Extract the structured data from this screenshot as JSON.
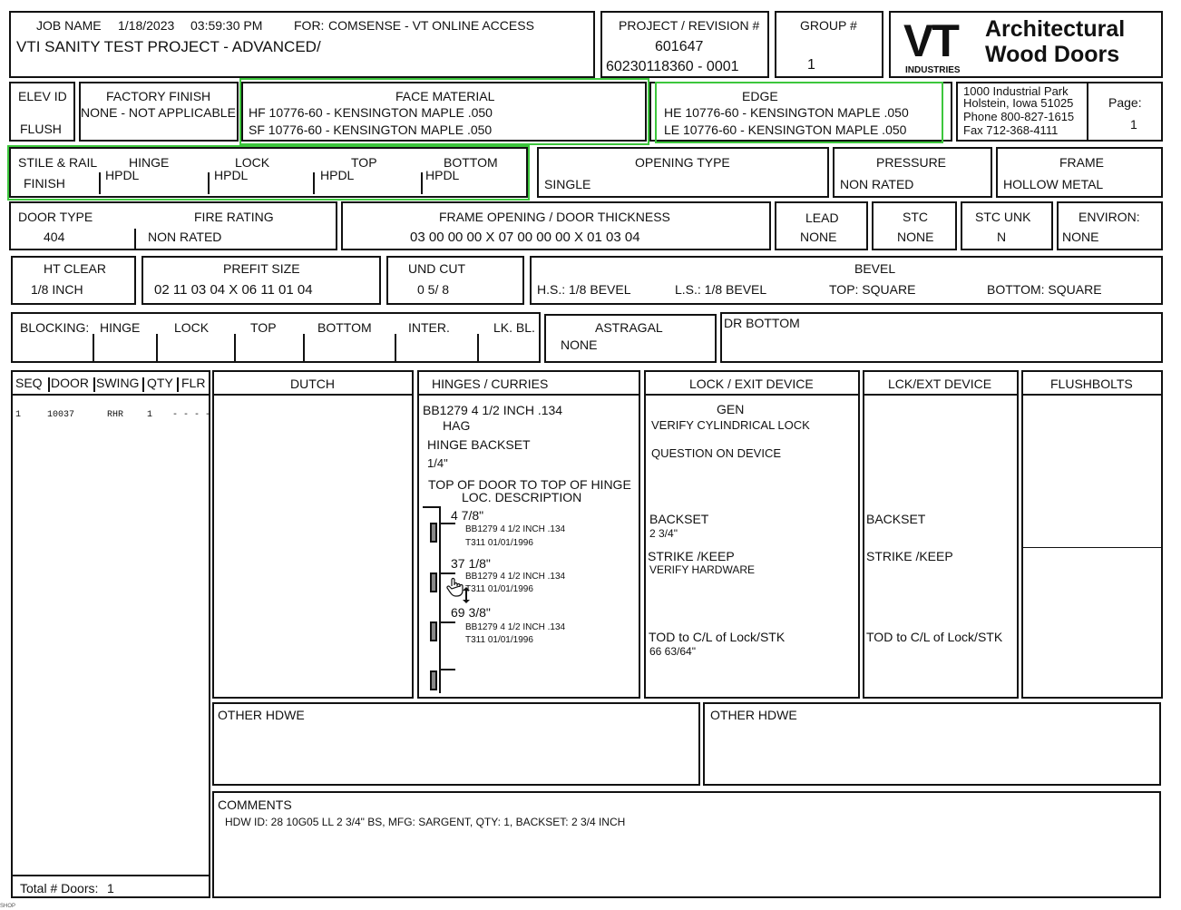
{
  "header": {
    "job_name_label": "JOB NAME",
    "job_date": "1/18/2023",
    "job_time": "03:59:30 PM",
    "for_label": "FOR:",
    "for_value": "COMSENSE - VT ONLINE ACCESS",
    "project_name": "VTI SANITY TEST PROJECT - ADVANCED/",
    "project_revision_label": "PROJECT / REVISION #",
    "project_number": "601647",
    "revision_number": "60230118360  - 0001",
    "group_label": "GROUP #",
    "group_value": "1",
    "logo_letters": "VT",
    "logo_industries": "INDUSTRIES",
    "logo_line1": "Architectural",
    "logo_line2": "Wood Doors"
  },
  "row2": {
    "elev_id_label": "ELEV ID",
    "elev_id_value": "FLUSH",
    "factory_finish_label": "FACTORY FINISH",
    "factory_finish_value": "NONE - NOT APPLICABLE",
    "face_material_label": "FACE MATERIAL",
    "face_material_hf": "HF 10776-60 - KENSINGTON MAPLE  .050",
    "face_material_sf": "SF 10776-60 - KENSINGTON MAPLE  .050",
    "edge_label": "EDGE",
    "edge_he": "HE 10776-60 - KENSINGTON MAPLE  .050",
    "edge_le": "LE  10776-60 - KENSINGTON MAPLE  .050",
    "address_1": "1000 Industrial Park",
    "address_2": "Holstein, Iowa 51025",
    "address_phone": "Phone 800-827-1615",
    "address_fax": "Fax 712-368-4111",
    "page_label": "Page:",
    "page_value": "1"
  },
  "row3": {
    "stile_rail_label": "STILE & RAIL",
    "stile_rail_value": "FINISH",
    "hinge_label": "HINGE",
    "hinge_value": "HPDL",
    "lock_label": "LOCK",
    "lock_value": "HPDL",
    "top_label": "TOP",
    "top_value": "HPDL",
    "bottom_label": "BOTTOM",
    "bottom_value": "HPDL",
    "opening_type_label": "OPENING TYPE",
    "opening_type_value": "SINGLE",
    "pressure_label": "PRESSURE",
    "pressure_value": "NON RATED",
    "frame_label": "FRAME",
    "frame_value": "HOLLOW METAL"
  },
  "row4": {
    "door_type_label": "DOOR TYPE",
    "door_type_value": "404",
    "fire_rating_label": "FIRE RATING",
    "fire_rating_value": "NON RATED",
    "frame_opening_label": "FRAME OPENING / DOOR THICKNESS",
    "frame_opening_value": "03 00 00 00  X  07 00 00 00  X  01 03 04",
    "lead_label": "LEAD",
    "lead_value": "NONE",
    "stc_label": "STC",
    "stc_value": "NONE",
    "stc_unk_label": "STC UNK",
    "stc_unk_value": "N",
    "environ_label": "ENVIRON:",
    "environ_value": "NONE"
  },
  "row5": {
    "ht_clear_label": "HT CLEAR",
    "ht_clear_value": "1/8 INCH",
    "prefit_label": "PREFIT SIZE",
    "prefit_value": "02 11 03 04  X  06 11 01 04",
    "und_cut_label": "UND CUT",
    "und_cut_value": "0  5/ 8",
    "bevel_label": "BEVEL",
    "bevel_hs": "H.S.: 1/8 BEVEL",
    "bevel_ls": "L.S.: 1/8 BEVEL",
    "bevel_top": "TOP: SQUARE",
    "bevel_bottom": "BOTTOM: SQUARE"
  },
  "row6": {
    "blocking_label": "BLOCKING:",
    "hinge_label": "HINGE",
    "lock_label": "LOCK",
    "top_label": "TOP",
    "bottom_label": "BOTTOM",
    "inter_label": "INTER.",
    "lk_bl_label": "LK. BL.",
    "astragal_label": "ASTRAGAL",
    "astragal_value": "NONE",
    "dr_bottom_label": "DR BOTTOM"
  },
  "doors": {
    "headers": [
      "SEQ",
      "DOOR",
      "SWING",
      "QTY",
      "FLR"
    ],
    "rows": [
      {
        "seq": "1",
        "door": "10037",
        "swing": "RHR",
        "qty": "1",
        "flr": "- - - - -"
      }
    ],
    "total_label": "Total # Doors:",
    "total_value": "1"
  },
  "dutch_label": "DUTCH",
  "hinges": {
    "label": "HINGES /  CURRIES",
    "spec_line1": "BB1279  4 1/2 INCH  .134",
    "spec_line2": "HAG",
    "backset_label": "HINGE BACKSET",
    "backset_value": "1/4\"",
    "top_to_top_label": "TOP OF DOOR TO TOP OF HINGE",
    "loc_desc_label": "LOC.  DESCRIPTION",
    "locations": [
      {
        "loc": "4 7/8\"",
        "desc1": "BB1279  4 1/2 INCH  .134",
        "desc2": "T311    01/01/1996"
      },
      {
        "loc": "37 1/8\"",
        "desc1": "BB1279  4 1/2 INCH  .134",
        "desc2": "T311    01/01/1996"
      },
      {
        "loc": "69 3/8\"",
        "desc1": "BB1279  4 1/2 INCH  .134",
        "desc2": "T311    01/01/1996"
      }
    ]
  },
  "lock": {
    "label": "LOCK / EXIT DEVICE",
    "gen": "GEN",
    "verify": "VERIFY CYLINDRICAL LOCK",
    "question": "QUESTION ON DEVICE",
    "backset_label": "BACKSET",
    "backset_value": "2 3/4\"",
    "strike_label": "STRIKE /KEEP",
    "strike_value": "VERIFY HARDWARE",
    "tod_label": "TOD to C/L of Lock/STK",
    "tod_value": "66 63/64\""
  },
  "lck_ext": {
    "label": "LCK/EXT DEVICE",
    "backset_label": "BACKSET",
    "strike_label": "STRIKE /KEEP",
    "tod_label": "TOD to C/L of Lock/STK"
  },
  "flushbolts_label": "FLUSHBOLTS",
  "other_hdwe_label_1": "OTHER HDWE",
  "other_hdwe_label_2": "OTHER HDWE",
  "comments": {
    "label": "COMMENTS",
    "text": "HDW ID: 28 10G05 LL 2 3/4\" BS, MFG: SARGENT, QTY: 1, BACKSET: 2 3/4 INCH"
  },
  "footer_code": "SHOP"
}
